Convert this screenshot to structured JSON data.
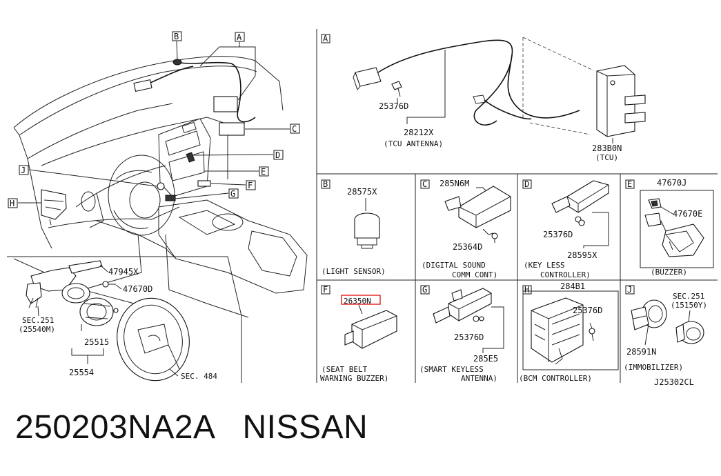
{
  "callouts_main": {
    "A": "A",
    "B": "B",
    "C": "C",
    "D": "D",
    "E": "E",
    "F": "F",
    "G": "G",
    "H": "H",
    "J": "J"
  },
  "steering_parts": {
    "p47945x": "47945X",
    "p47670d": "47670D",
    "sec251": "SEC.251",
    "sec251_ref": "(25540M)",
    "p25515": "25515",
    "p25554": "25554",
    "sec484": "SEC. 484"
  },
  "panel_a": {
    "letter": "A",
    "bolt": "25376D",
    "antenna_part": "28212X",
    "antenna_caption": "(TCU ANTENNA)",
    "tcu_part": "283B0N",
    "tcu_caption": "(TCU)"
  },
  "panel_b": {
    "letter": "B",
    "part": "28575X",
    "caption": "(LIGHT SENSOR)"
  },
  "panel_c": {
    "letter": "C",
    "part": "285N6M",
    "bolt": "25364D",
    "caption_1": "(DIGITAL SOUND",
    "caption_2": "COMM CONT)"
  },
  "panel_d": {
    "letter": "D",
    "bolt": "25376D",
    "part": "28595X",
    "caption_1": "(KEY LESS",
    "caption_2": "CONTROLLER)"
  },
  "panel_e": {
    "letter": "E",
    "part": "47670J",
    "sub_part": "47670E",
    "caption": "(BUZZER)"
  },
  "panel_f": {
    "letter": "F",
    "part": "26350N",
    "caption_1": "(SEAT BELT",
    "caption_2": "WARNING BUZZER)"
  },
  "panel_g": {
    "letter": "G",
    "bolt": "25376D",
    "part": "285E5",
    "caption_1": "(SMART KEYLESS",
    "caption_2": "ANTENNA)"
  },
  "panel_h": {
    "letter": "H",
    "part": "284B1",
    "bolt": "25376D",
    "caption": "(BCM CONTROLLER)"
  },
  "panel_j": {
    "letter": "J",
    "sec": "SEC.251",
    "sec_ref": "(15150Y)",
    "part": "28591N",
    "caption": "(IMMOBILIZER)"
  },
  "drawing_code": "J25302CL",
  "footer": {
    "part_number": "250203NA2A",
    "brand": "NISSAN"
  },
  "highlight_color": "#e0201f"
}
